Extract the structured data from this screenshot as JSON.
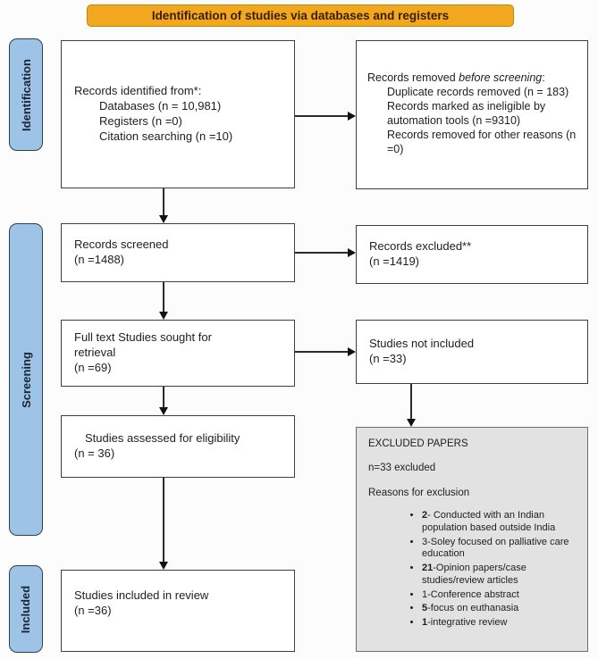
{
  "banner": {
    "label": "Identification of studies via databases and registers"
  },
  "sidebar": {
    "items": [
      {
        "label": "Identification"
      },
      {
        "label": "Screening"
      },
      {
        "label": "Included"
      }
    ]
  },
  "flow": {
    "identified": {
      "title": "Records identified from*:",
      "items": [
        "Databases (n = 10,981)",
        "Registers (n =0)",
        "Citation searching (n =10)"
      ]
    },
    "removed": {
      "pre": "Records removed ",
      "italic": "before screening",
      "post": ":",
      "items": [
        "Duplicate records removed (n = 183)",
        "Records marked as ineligible by automation tools (n =9310)",
        "Records removed for other reasons (n =0)"
      ]
    },
    "screened": {
      "lines": [
        "Records screened",
        "(n =1488)"
      ]
    },
    "records_excluded": {
      "lines": [
        "Records excluded**",
        "(n =1419)"
      ]
    },
    "sought": {
      "lines": [
        "Full text Studies sought for",
        "retrieval",
        "(n =69)"
      ]
    },
    "not_included": {
      "lines": [
        "Studies not included",
        "(n =33)"
      ]
    },
    "assessed": {
      "lines": [
        "Studies assessed for eligibility",
        "(n = 36)"
      ]
    },
    "excluded_papers": {
      "heading": "EXCLUDED PAPERS",
      "count": "n=33 excluded",
      "reasons_label": "Reasons for exclusion",
      "reasons": [
        {
          "num": "2",
          "rest": "- Conducted with an Indian population based outside India"
        },
        {
          "num": "3",
          "rest": "-Soley focused on palliative care education"
        },
        {
          "num": "21",
          "rest": "-Opinion papers/case studies/review articles"
        },
        {
          "num": "1",
          "rest": "-Conference abstract"
        },
        {
          "num": "5",
          "rest": "-focus on euthanasia"
        },
        {
          "num": "1",
          "rest": "-integrative review"
        }
      ]
    },
    "included_review": {
      "lines": [
        "Studies included in review",
        "(n =36)"
      ]
    }
  },
  "colors": {
    "banner_bg": "#F2A81E",
    "banner_border": "#BE8A00",
    "sidebar_bg": "#9DC3E6",
    "gray_bg": "#E2E2E2"
  }
}
